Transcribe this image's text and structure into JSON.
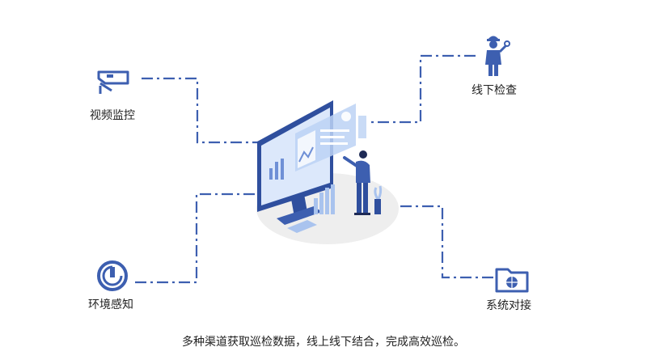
{
  "diagram": {
    "nodes": {
      "video": {
        "label": "视频监控",
        "icon": "cctv-camera-icon"
      },
      "offline": {
        "label": "线下检查",
        "icon": "inspector-worker-icon"
      },
      "env": {
        "label": "环境感知",
        "icon": "sensor-gauge-icon"
      },
      "system": {
        "label": "系统对接",
        "icon": "globe-folder-icon"
      }
    },
    "caption": "多种渠道获取巡检数据，线上线下结合，完成高效巡检。",
    "colors": {
      "primary": "#3d5fb0",
      "light": "#a9c3ee",
      "screen": "#dce8fb",
      "ground": "#eeeeee"
    }
  }
}
